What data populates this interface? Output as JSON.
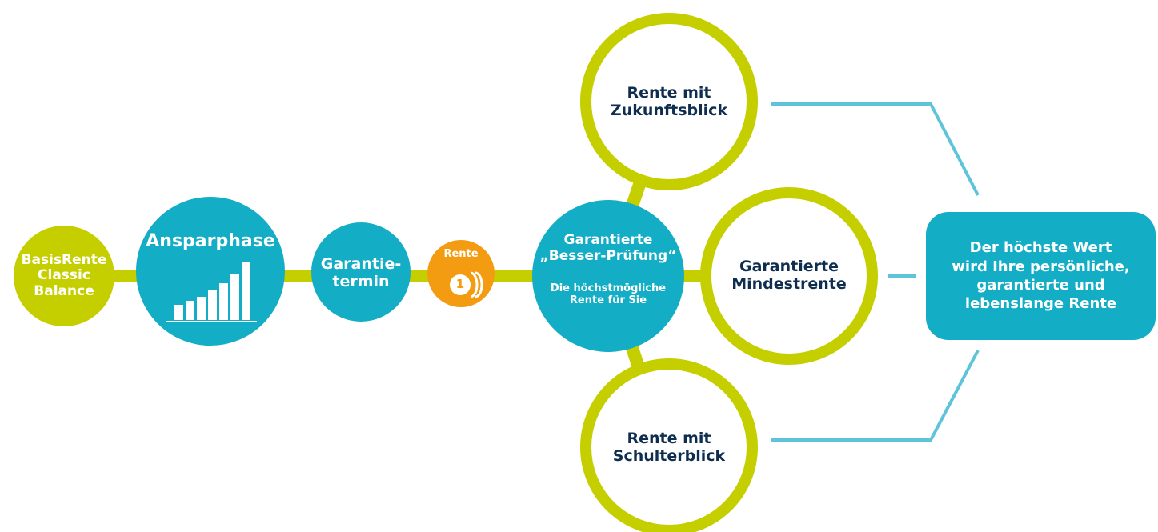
{
  "colors": {
    "lime": "#c5cf00",
    "teal": "#14adc6",
    "orange": "#f39c12",
    "navy": "#0f2d4f",
    "connector_blue": "#5ec4d9",
    "white": "#ffffff"
  },
  "nodes": {
    "basisrente": {
      "label": "BasisRente\nClassic\nBalance"
    },
    "ansparphase": {
      "label": "Ansparphase",
      "chart_icon": "rising-bar-chart-icon"
    },
    "garantietermin": {
      "label": "Garantie-\ntermin"
    },
    "rente": {
      "label": "Rente",
      "badge": "1",
      "icon": "coin-stack-icon"
    },
    "besser_pruefung": {
      "title": "Garantierte\n„Besser-Prüfung“",
      "subtitle": "Die höchstmögliche\nRente für Sie"
    },
    "zukunftsblick": {
      "label": "Rente mit\nZukunftsblick"
    },
    "mindestrente": {
      "label": "Garantierte\nMindestrente"
    },
    "schulterblick": {
      "label": "Rente mit\nSchulterblick"
    },
    "result": {
      "label": "Der höchste Wert\nwird Ihre persönliche,\ngarantierte und\nlebenslange Rente"
    }
  }
}
